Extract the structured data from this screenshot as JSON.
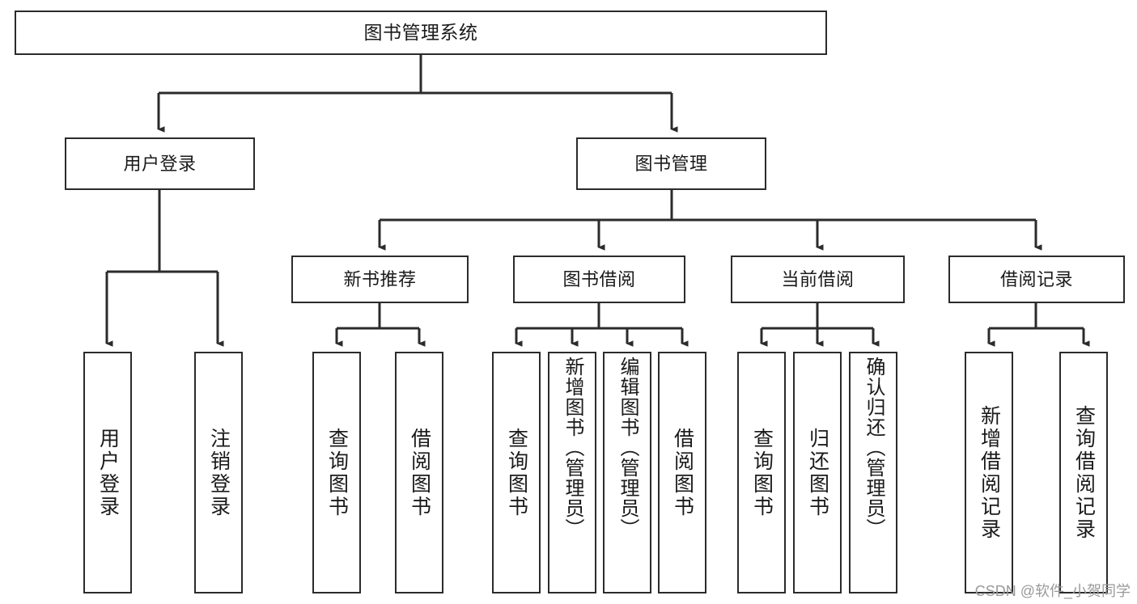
{
  "diagram": {
    "title": "图书管理系统",
    "type": "hierarchy-tree",
    "watermark": "CSDN @软件_小贺同学",
    "colors": {
      "stroke": "#2b2b2b",
      "box_fill": "#ffffff",
      "text": "#1a1a1a",
      "watermark": "#9a9a9a",
      "background": "#ffffff"
    },
    "nodes": {
      "root": "图书管理系统",
      "level1": [
        "用户登录",
        "图书管理"
      ],
      "level2": [
        "新书推荐",
        "图书借阅",
        "当前借阅",
        "借阅记录"
      ],
      "leaves": {
        "user_login": [
          "用户登录",
          "注销登录"
        ],
        "new_book_recommend": [
          "查询图书",
          "借阅图书"
        ],
        "book_borrow": [
          "查询图书",
          "新增图书（管理员）",
          "编辑图书（管理员）",
          "借阅图书"
        ],
        "current_borrow": [
          "查询图书",
          "归还图书",
          "确认归还（管理员）"
        ],
        "borrow_record": [
          "新增借阅记录",
          "查询借阅记录"
        ]
      }
    }
  }
}
